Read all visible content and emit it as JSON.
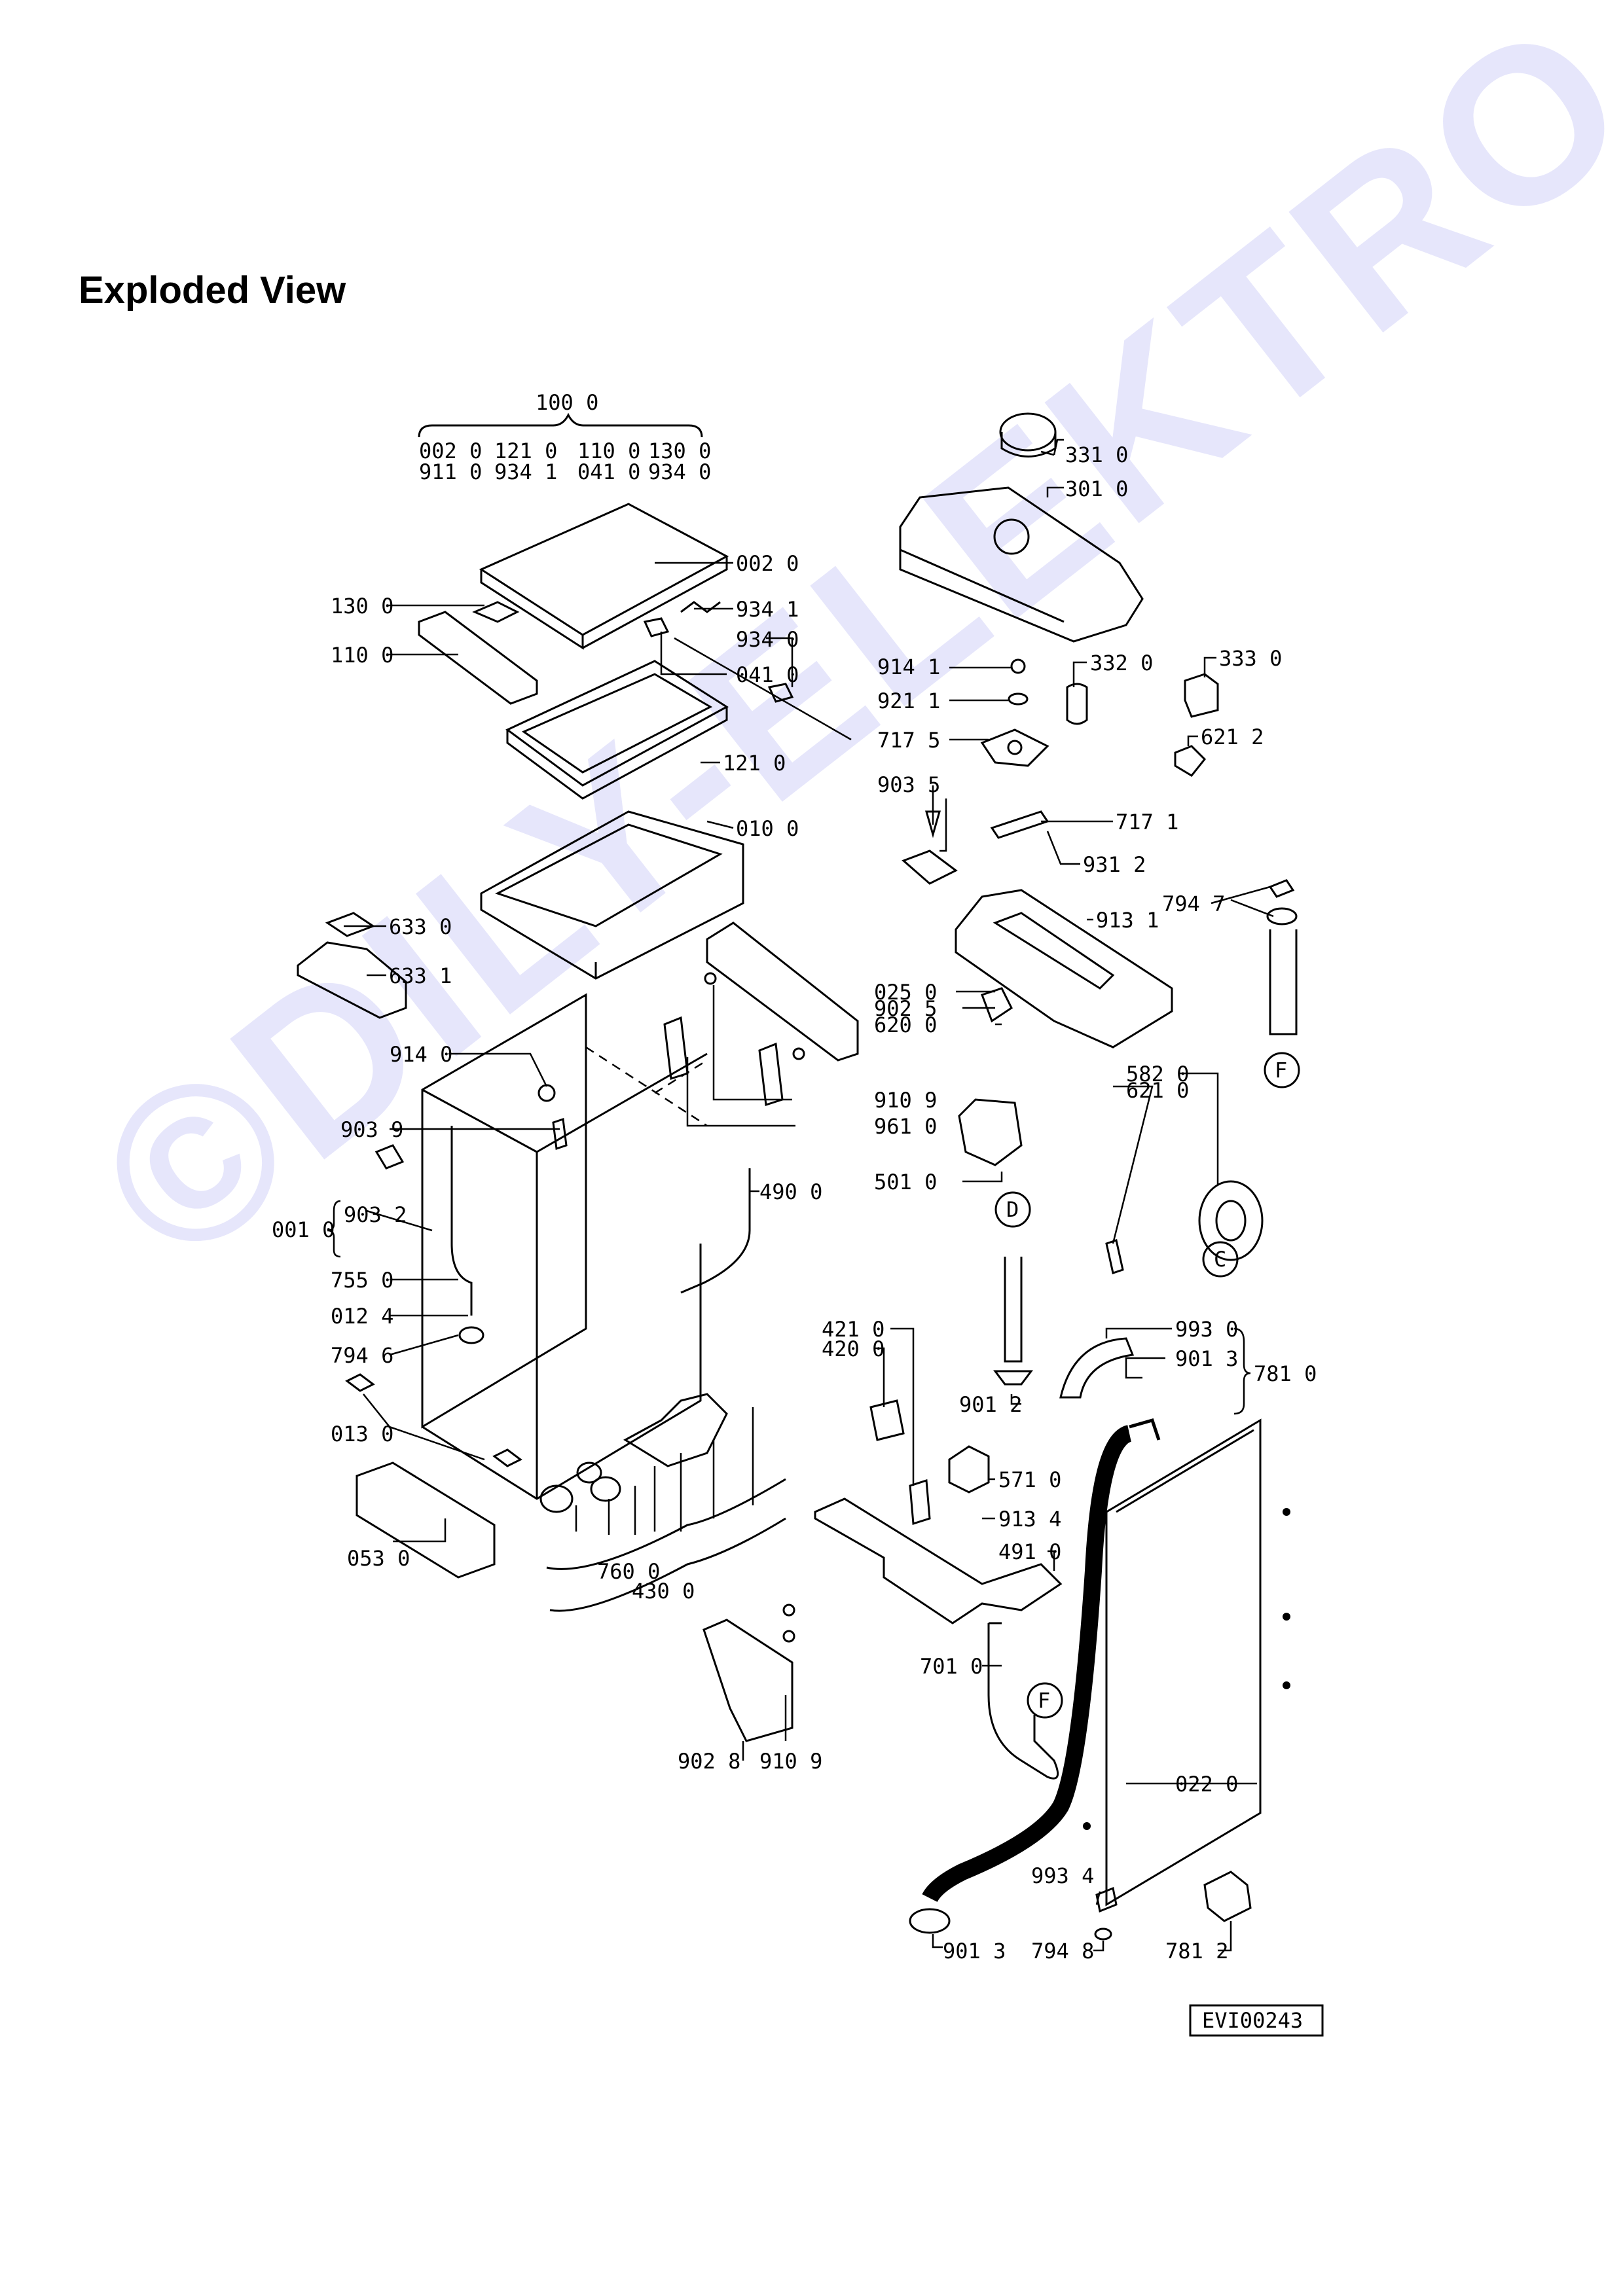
{
  "title": "Exploded View",
  "watermark": "©DILY-ELEKTRO.cz",
  "drawing_code": "EVI00243",
  "group_header": {
    "label": "100 0",
    "items": [
      [
        "002 0",
        "121 0",
        "110 0",
        "130 0"
      ],
      [
        "911 0",
        "934 1",
        "041 0",
        "934 0"
      ]
    ]
  },
  "labels": {
    "p3310": "331 0",
    "p3010": "301 0",
    "p0020": "002 0",
    "p1300": "130 0",
    "p9341": "934 1",
    "p9340": "934 0",
    "p1100": "110 0",
    "p0410": "041 0",
    "p9141a": "914 1",
    "p9211": "921 1",
    "p3320": "332 0",
    "p3330": "333 0",
    "p1210": "121 0",
    "p7175": "717 5",
    "p6212": "621 2",
    "p9035": "903 5",
    "p0100": "010 0",
    "p7171": "717 1",
    "p9312": "931 2",
    "p7947": "794 7",
    "p9131": "913 1",
    "p6330": "633 0",
    "p6331": "633 1",
    "p0250": "025 0",
    "p9025": "902 5",
    "p6200": "620 0",
    "p9140": "914 0",
    "p9109a": "910 9",
    "p5820": "582 0",
    "p6210": "621 0",
    "p9039": "903 9",
    "p9610": "961 0",
    "p5010": "501 0",
    "p0010": "001 0",
    "p9032": "903 2",
    "p4900": "490 0",
    "p7550": "755 0",
    "p0124": "012 4",
    "p7946": "794 6",
    "p4210": "421 0",
    "p4200": "420 0",
    "p9012": "901 2",
    "p9930": "993 0",
    "p9013a": "901 3",
    "p7810": "781 0",
    "p0130": "013 0",
    "p5710": "571 0",
    "p9134": "913 4",
    "p4910": "491 0",
    "p0530": "053 0",
    "p7600": "760 0",
    "p4300": "430 0",
    "p7010": "701 0",
    "p9028": "902 8",
    "p9109b": "910 9",
    "p0220": "022 0",
    "p9934": "993 4",
    "p7812": "781 2",
    "p9013b": "901 3",
    "p7948": "794 8"
  },
  "connectors": {
    "F": "F",
    "D": "D",
    "C": "C"
  }
}
